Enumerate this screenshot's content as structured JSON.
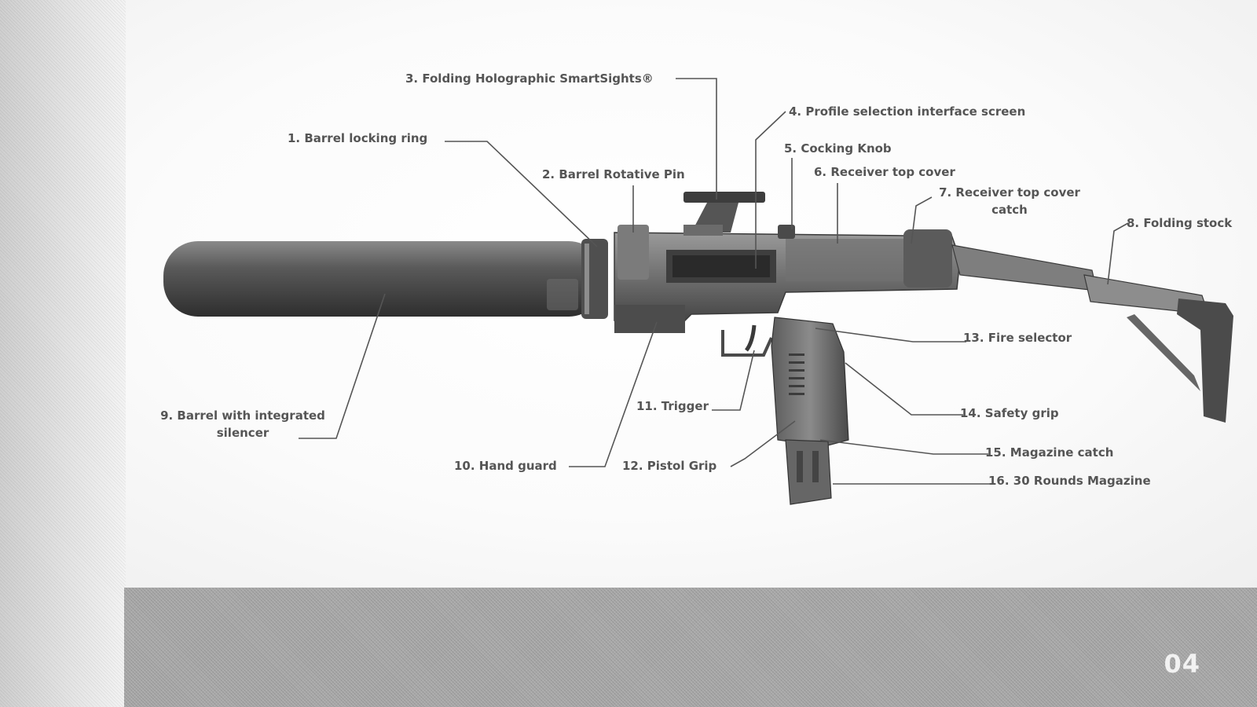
{
  "labels": [
    {
      "text": "1. Barrel locking ring"
    },
    {
      "text": "2. Barrel Rotative Pin"
    },
    {
      "text": "3. Folding Holographic SmartSights®"
    },
    {
      "text": "4. Profile selection interface screen"
    },
    {
      "text": "5. Cocking Knob"
    },
    {
      "text": "6. Receiver top cover"
    },
    {
      "text": "7. Receiver top cover",
      "text2": "catch"
    },
    {
      "text": "8. Folding stock"
    },
    {
      "text": "9. Barrel with integrated",
      "text2": "silencer"
    },
    {
      "text": "10. Hand guard"
    },
    {
      "text": "11. Trigger"
    },
    {
      "text": "12. Pistol Grip"
    },
    {
      "text": "13. Fire selector"
    },
    {
      "text": "14. Safety grip"
    },
    {
      "text": "15. Magazine catch"
    },
    {
      "text": "16. 30 Rounds Magazine"
    }
  ],
  "page_number": "04"
}
